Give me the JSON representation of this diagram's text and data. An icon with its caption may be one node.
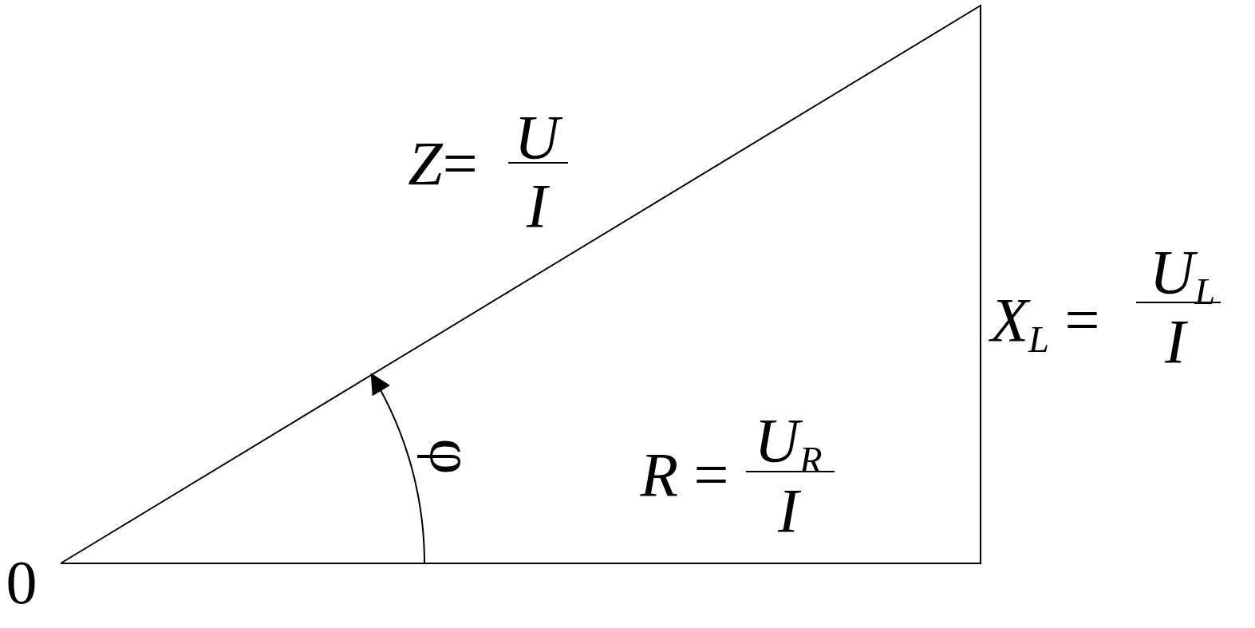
{
  "diagram": {
    "labels": [
      "*Z*=",
      "U",
      "I",
      "*X*$_{L}$ =",
      "U$_{L}$",
      "I",
      "*R* =",
      "U$_{R}$",
      "I",
      "φ",
      "0"
    ]
  }
}
